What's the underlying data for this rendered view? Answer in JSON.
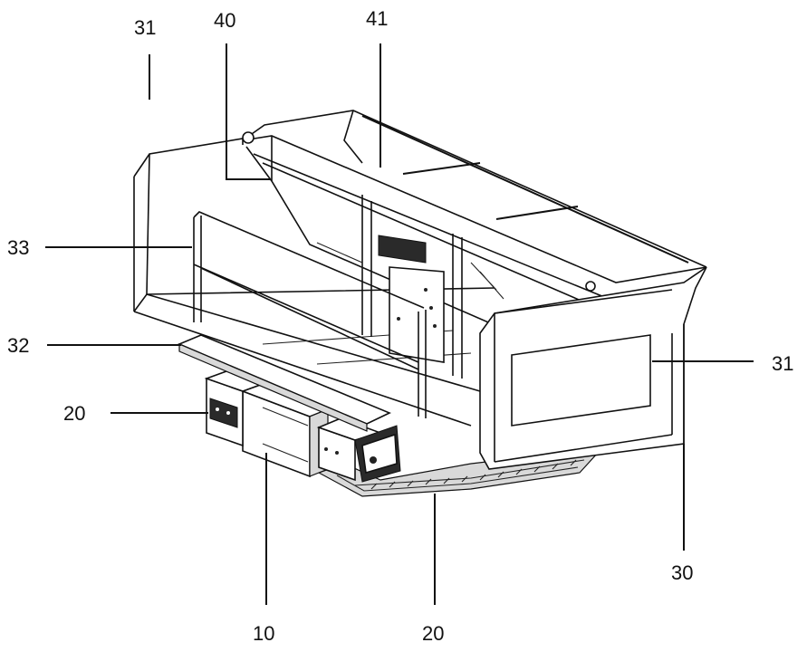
{
  "labels": {
    "l31_top": "31",
    "l40": "40",
    "l41": "41",
    "l33": "33",
    "l32": "32",
    "l31_right": "31",
    "l20_left": "20",
    "l30": "30",
    "l10": "10",
    "l20_bottom": "20"
  }
}
